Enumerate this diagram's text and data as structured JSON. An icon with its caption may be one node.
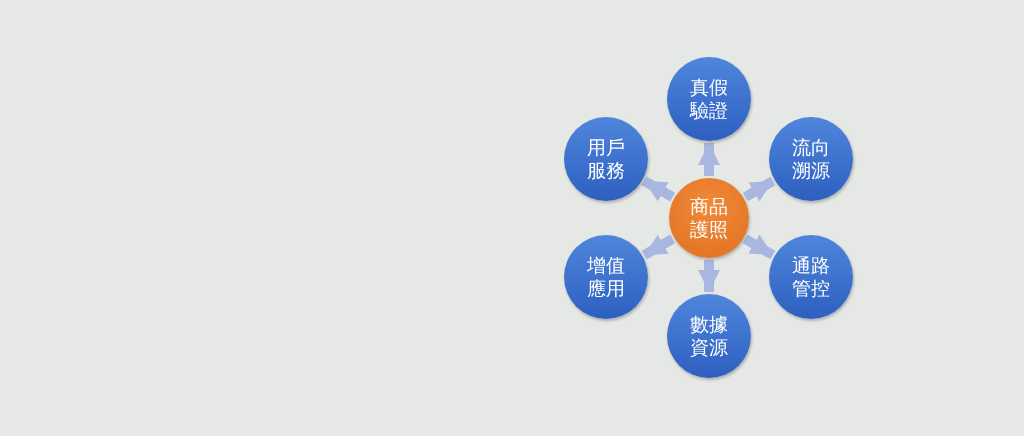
{
  "diagram": {
    "nodes": [
      {
        "text": [
          "商品護照"
        ]
      },
      {
        "text": [
          "真假驗證"
        ]
      },
      {
        "text": [
          "流向溯源"
        ]
      },
      {
        "text": [
          "通路管控"
        ]
      },
      {
        "text": [
          "數據資源"
        ]
      },
      {
        "text": [
          "增值應用"
        ]
      },
      {
        "text": [
          "用戶服務"
        ]
      }
    ],
    "edges": [
      {
        "from": 0,
        "to": 1,
        "arrow": "to"
      },
      {
        "from": 0,
        "to": 2,
        "arrow": "to"
      },
      {
        "from": 0,
        "to": 3,
        "arrow": "to"
      },
      {
        "from": 0,
        "to": 4,
        "arrow": "to"
      },
      {
        "from": 0,
        "to": 5,
        "arrow": "to"
      },
      {
        "from": 0,
        "to": 6,
        "arrow": "to"
      }
    ]
  }
}
